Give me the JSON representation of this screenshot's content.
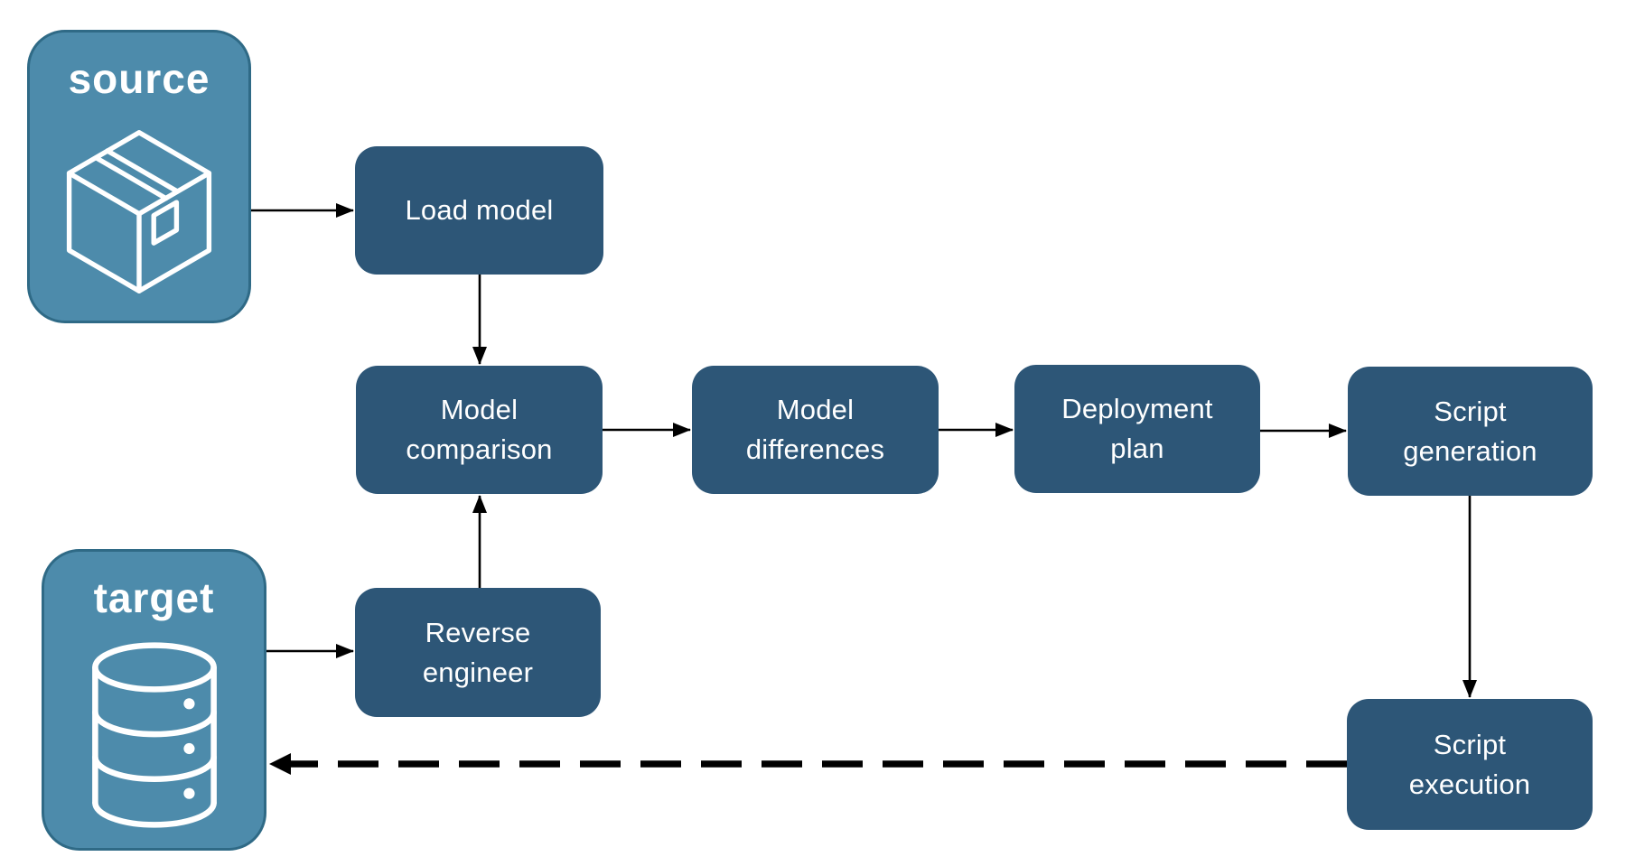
{
  "diagram": {
    "background_color": "#ffffff",
    "arrow_color": "#000000",
    "node_style": {
      "fill": "#2d5677",
      "text_color": "#ffffff"
    },
    "endpoint_style": {
      "fill": "#4d8bab",
      "border_color": "#2f6a86",
      "text_color": "#ffffff"
    },
    "endpoints": [
      {
        "id": "source",
        "label": "source",
        "icon": "package-icon"
      },
      {
        "id": "target",
        "label": "target",
        "icon": "database-icon"
      }
    ],
    "nodes": [
      {
        "id": "load-model",
        "label": "Load model"
      },
      {
        "id": "model-comparison",
        "label": "Model comparison"
      },
      {
        "id": "model-differences",
        "label": "Model differences"
      },
      {
        "id": "deployment-plan",
        "label": "Deployment plan"
      },
      {
        "id": "script-generation",
        "label": "Script generation"
      },
      {
        "id": "reverse-engineer",
        "label": "Reverse engineer"
      },
      {
        "id": "script-execution",
        "label": "Script execution"
      }
    ],
    "edges": [
      {
        "from": "source",
        "to": "load-model",
        "style": "solid"
      },
      {
        "from": "load-model",
        "to": "model-comparison",
        "style": "solid"
      },
      {
        "from": "model-comparison",
        "to": "model-differences",
        "style": "solid"
      },
      {
        "from": "model-differences",
        "to": "deployment-plan",
        "style": "solid"
      },
      {
        "from": "deployment-plan",
        "to": "script-generation",
        "style": "solid"
      },
      {
        "from": "script-generation",
        "to": "script-execution",
        "style": "solid"
      },
      {
        "from": "target",
        "to": "reverse-engineer",
        "style": "solid"
      },
      {
        "from": "reverse-engineer",
        "to": "model-comparison",
        "style": "solid"
      },
      {
        "from": "script-execution",
        "to": "target",
        "style": "dashed"
      }
    ]
  }
}
